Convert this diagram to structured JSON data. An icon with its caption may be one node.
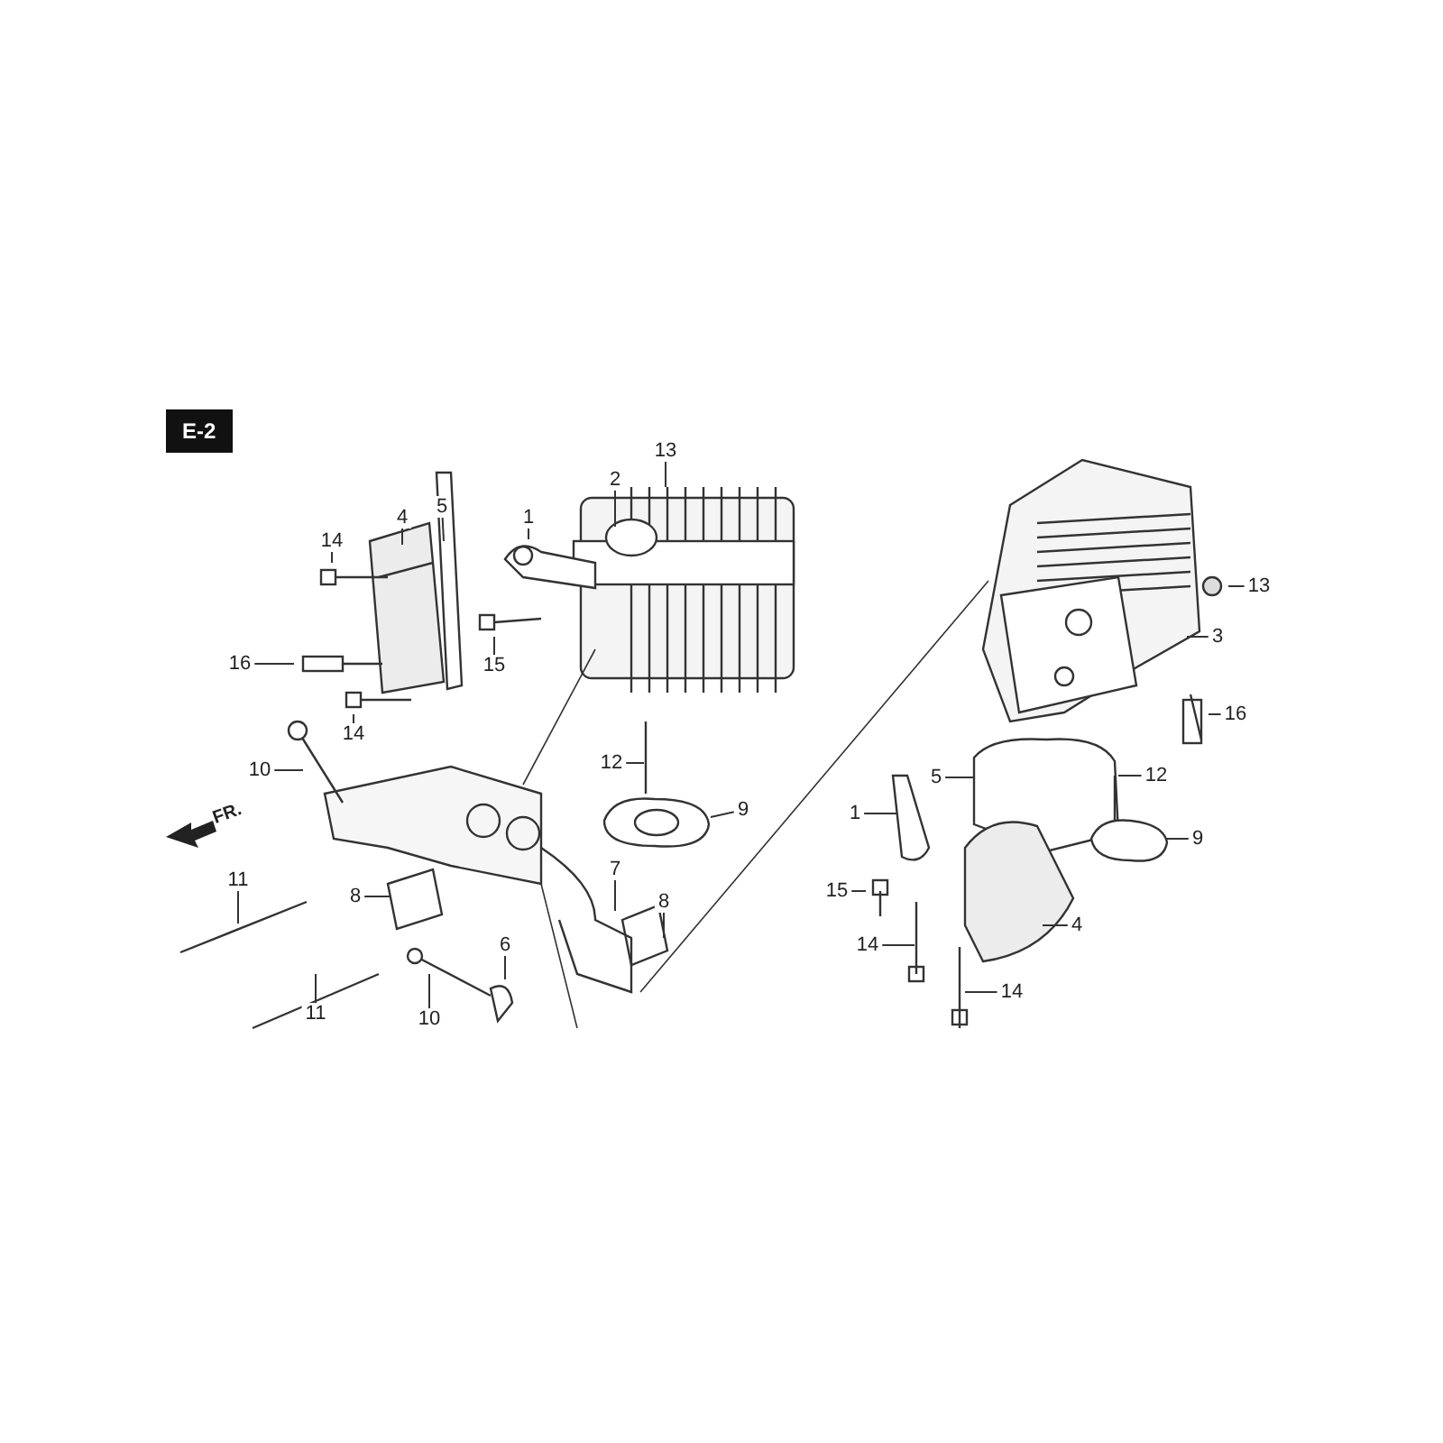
{
  "diagram": {
    "nodes": [
      {
        "text": [
          "13"
        ]
      },
      {
        "text": [
          "2"
        ]
      },
      {
        "text": [
          "14"
        ]
      },
      {
        "text": [
          "4"
        ]
      },
      {
        "text": [
          "5"
        ]
      },
      {
        "text": [
          "1"
        ]
      },
      {
        "text": [
          "15"
        ]
      },
      {
        "text": [
          "16"
        ]
      },
      {
        "text": [
          "14"
        ]
      },
      {
        "text": [
          "12"
        ]
      },
      {
        "text": [
          "9"
        ]
      },
      {
        "text": [
          "10"
        ]
      },
      {
        "text": [
          "7"
        ]
      },
      {
        "text": [
          "8"
        ]
      },
      {
        "text": [
          "8"
        ]
      },
      {
        "text": [
          "11"
        ]
      },
      {
        "text": [
          "6"
        ]
      },
      {
        "text": [
          "10"
        ]
      },
      {
        "text": [
          "11"
        ]
      },
      {
        "text": [
          "13"
        ]
      },
      {
        "text": [
          "3"
        ]
      },
      {
        "text": [
          "16"
        ]
      },
      {
        "text": [
          "12"
        ]
      },
      {
        "text": [
          "5"
        ]
      },
      {
        "text": [
          "1"
        ]
      },
      {
        "text": [
          "9"
        ]
      },
      {
        "text": [
          "15"
        ]
      },
      {
        "text": [
          "4"
        ]
      },
      {
        "text": [
          "14"
        ]
      },
      {
        "text": [
          "14"
        ]
      }
    ],
    "edges": [
      {
        "from": 0,
        "to": null,
        "arrow": "none"
      },
      {
        "from": 1,
        "to": null,
        "arrow": "none"
      },
      {
        "from": 2,
        "to": null,
        "arrow": "none"
      },
      {
        "from": 3,
        "to": null,
        "arrow": "none"
      },
      {
        "from": 4,
        "to": null,
        "arrow": "none"
      },
      {
        "from": 5,
        "to": null,
        "arrow": "none"
      },
      {
        "from": 6,
        "to": null,
        "arrow": "none"
      },
      {
        "from": 7,
        "to": null,
        "arrow": "none"
      },
      {
        "from": 8,
        "to": null,
        "arrow": "none"
      },
      {
        "from": 9,
        "to": null,
        "arrow": "none"
      },
      {
        "from": 10,
        "to": null,
        "arrow": "none"
      },
      {
        "from": 11,
        "to": null,
        "arrow": "none"
      },
      {
        "from": 12,
        "to": null,
        "arrow": "none"
      },
      {
        "from": 13,
        "to": null,
        "arrow": "none"
      },
      {
        "from": 14,
        "to": null,
        "arrow": "none"
      },
      {
        "from": 15,
        "to": null,
        "arrow": "none"
      },
      {
        "from": 16,
        "to": null,
        "arrow": "none"
      },
      {
        "from": 17,
        "to": null,
        "arrow": "none"
      },
      {
        "from": 18,
        "to": null,
        "arrow": "none"
      },
      {
        "from": 19,
        "to": null,
        "arrow": "none"
      },
      {
        "from": 20,
        "to": null,
        "arrow": "none"
      },
      {
        "from": 21,
        "to": null,
        "arrow": "none"
      },
      {
        "from": 22,
        "to": null,
        "arrow": "none"
      },
      {
        "from": 23,
        "to": null,
        "arrow": "none"
      },
      {
        "from": 24,
        "to": null,
        "arrow": "none"
      },
      {
        "from": 25,
        "to": null,
        "arrow": "none"
      },
      {
        "from": 26,
        "to": null,
        "arrow": "none"
      },
      {
        "from": 27,
        "to": null,
        "arrow": "none"
      },
      {
        "from": 28,
        "to": null,
        "arrow": "none"
      },
      {
        "from": 29,
        "to": null,
        "arrow": "none"
      }
    ],
    "labels": [
      "E-2",
      "FR."
    ]
  }
}
